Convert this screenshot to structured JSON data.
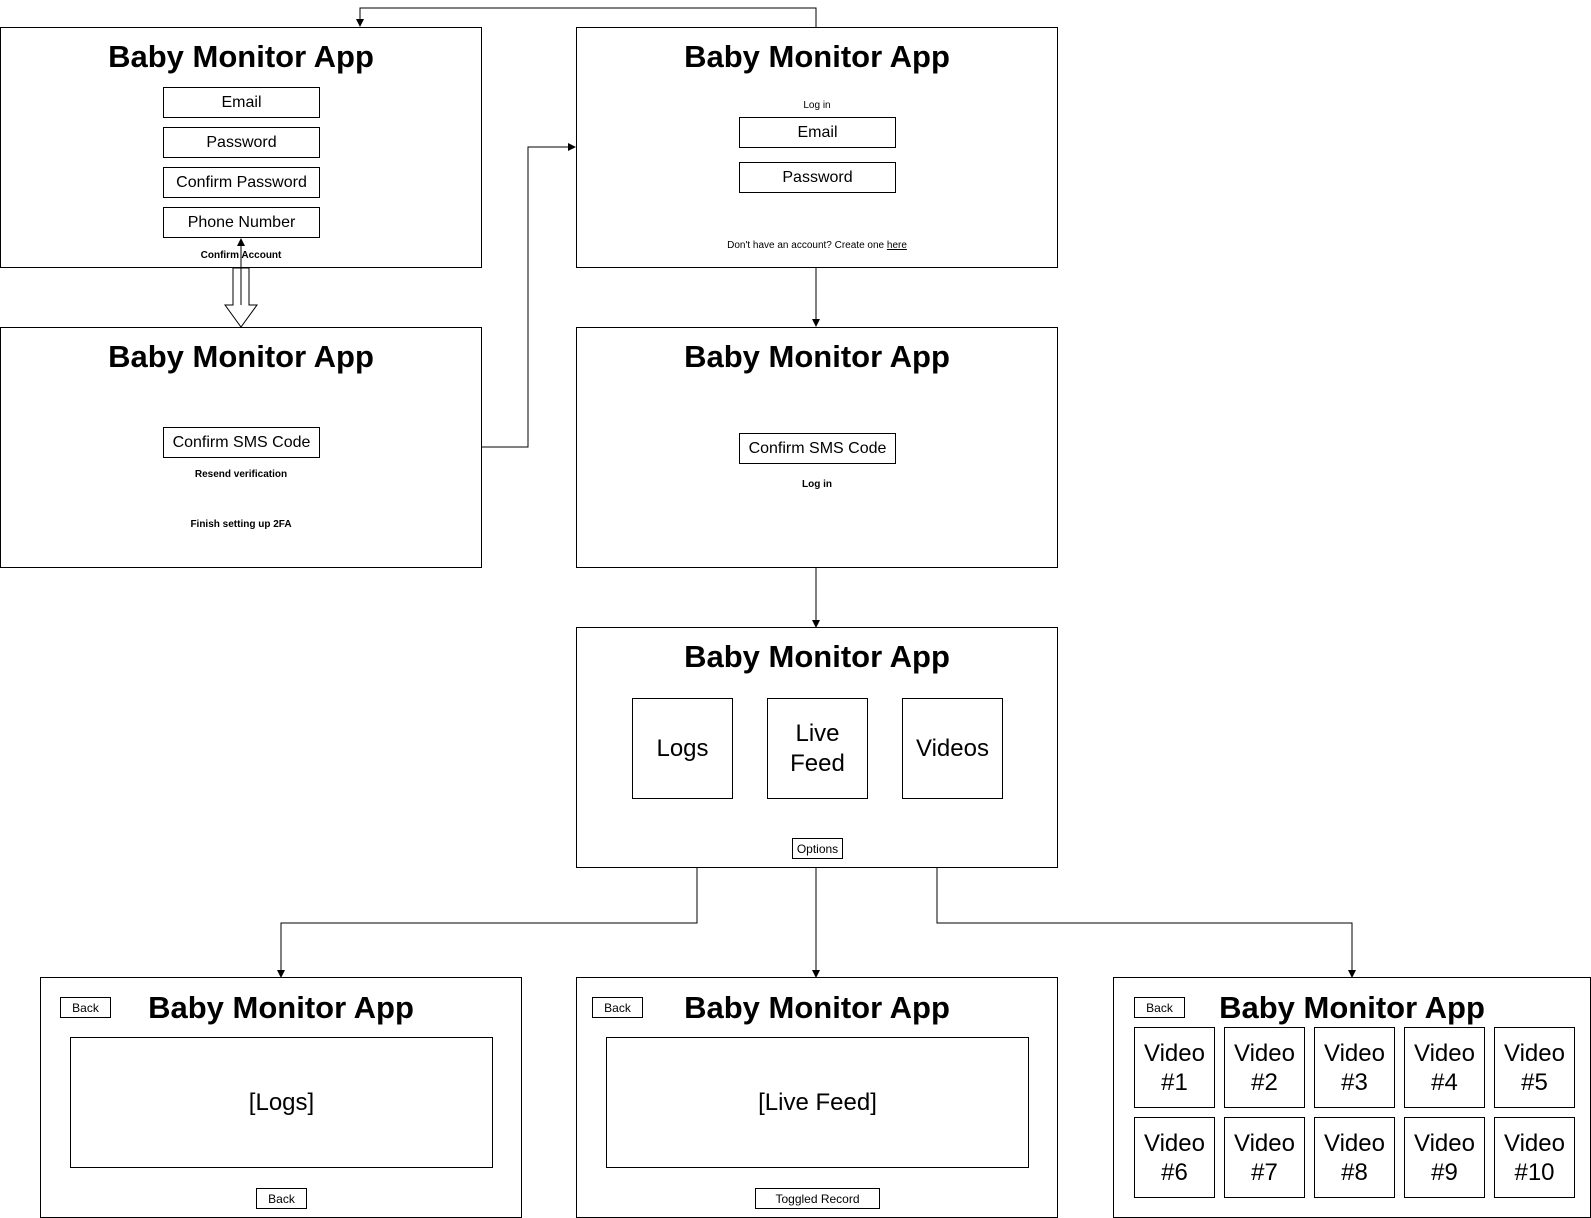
{
  "app_title": "Baby Monitor App",
  "signup": {
    "fields": [
      "Email",
      "Password",
      "Confirm Password",
      "Phone Number"
    ],
    "confirm_link": "Confirm Account"
  },
  "signup_2fa": {
    "sms_field": "Confirm SMS Code",
    "resend_link": "Resend verification",
    "finish_link": "Finish setting up 2FA"
  },
  "login": {
    "heading": "Log in",
    "fields": [
      "Email",
      "Password"
    ],
    "create_prompt": "Don't have an account? Create one ",
    "create_link": "here"
  },
  "login_2fa": {
    "sms_field": "Confirm SMS Code",
    "login_link": "Log in"
  },
  "home": {
    "tiles": [
      "Logs",
      "Live Feed",
      "Videos"
    ],
    "options_button": "Options"
  },
  "logs_screen": {
    "back_button": "Back",
    "panel": "[Logs]",
    "bottom_back_button": "Back"
  },
  "live_screen": {
    "back_button": "Back",
    "panel": "[Live Feed]",
    "record_button": "Toggled Record"
  },
  "videos_screen": {
    "back_button": "Back",
    "videos": [
      "Video #1",
      "Video #2",
      "Video #3",
      "Video #4",
      "Video #5",
      "Video #6",
      "Video #7",
      "Video #8",
      "Video #9",
      "Video #10"
    ]
  }
}
